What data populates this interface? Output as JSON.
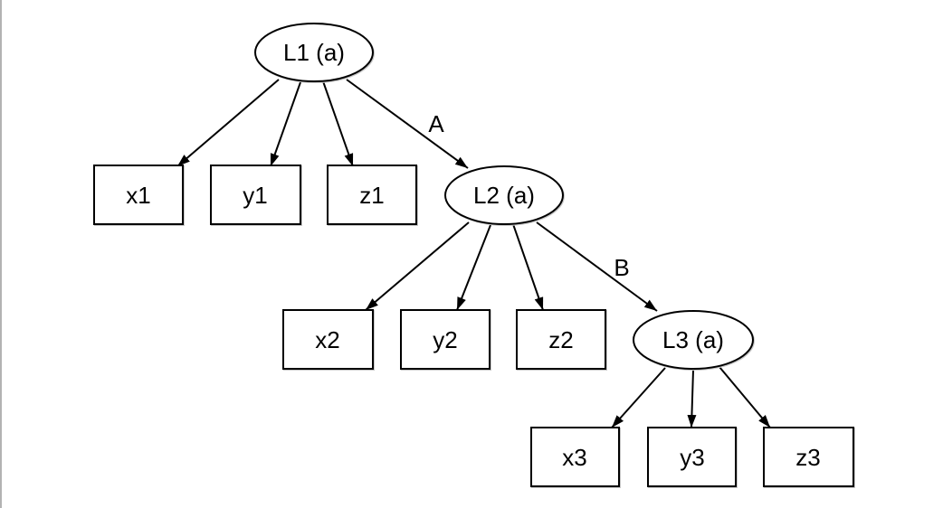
{
  "graph": {
    "nodes": {
      "l1": {
        "label": "L1 (a)",
        "shape": "ellipse"
      },
      "x1": {
        "label": "x1",
        "shape": "box"
      },
      "y1": {
        "label": "y1",
        "shape": "box"
      },
      "z1": {
        "label": "z1",
        "shape": "box"
      },
      "l2": {
        "label": "L2 (a)",
        "shape": "ellipse"
      },
      "x2": {
        "label": "x2",
        "shape": "box"
      },
      "y2": {
        "label": "y2",
        "shape": "box"
      },
      "z2": {
        "label": "z2",
        "shape": "box"
      },
      "l3": {
        "label": "L3 (a)",
        "shape": "ellipse"
      },
      "x3": {
        "label": "x3",
        "shape": "box"
      },
      "y3": {
        "label": "y3",
        "shape": "box"
      },
      "z3": {
        "label": "z3",
        "shape": "box"
      }
    },
    "edges": [
      {
        "from": "L1 (a)",
        "to": "x1",
        "label": ""
      },
      {
        "from": "L1 (a)",
        "to": "y1",
        "label": ""
      },
      {
        "from": "L1 (a)",
        "to": "z1",
        "label": ""
      },
      {
        "from": "L1 (a)",
        "to": "L2 (a)",
        "label": "A"
      },
      {
        "from": "L2 (a)",
        "to": "x2",
        "label": ""
      },
      {
        "from": "L2 (a)",
        "to": "y2",
        "label": ""
      },
      {
        "from": "L2 (a)",
        "to": "z2",
        "label": ""
      },
      {
        "from": "L2 (a)",
        "to": "L3 (a)",
        "label": "B"
      },
      {
        "from": "L3 (a)",
        "to": "x3",
        "label": ""
      },
      {
        "from": "L3 (a)",
        "to": "y3",
        "label": ""
      },
      {
        "from": "L3 (a)",
        "to": "z3",
        "label": ""
      }
    ]
  },
  "colors": {
    "background": "#ffffff",
    "node_fill": "#ffffff",
    "stroke": "#000000",
    "shadow": "#c8c8c8",
    "left_edge_line": "#b3b3b3"
  }
}
